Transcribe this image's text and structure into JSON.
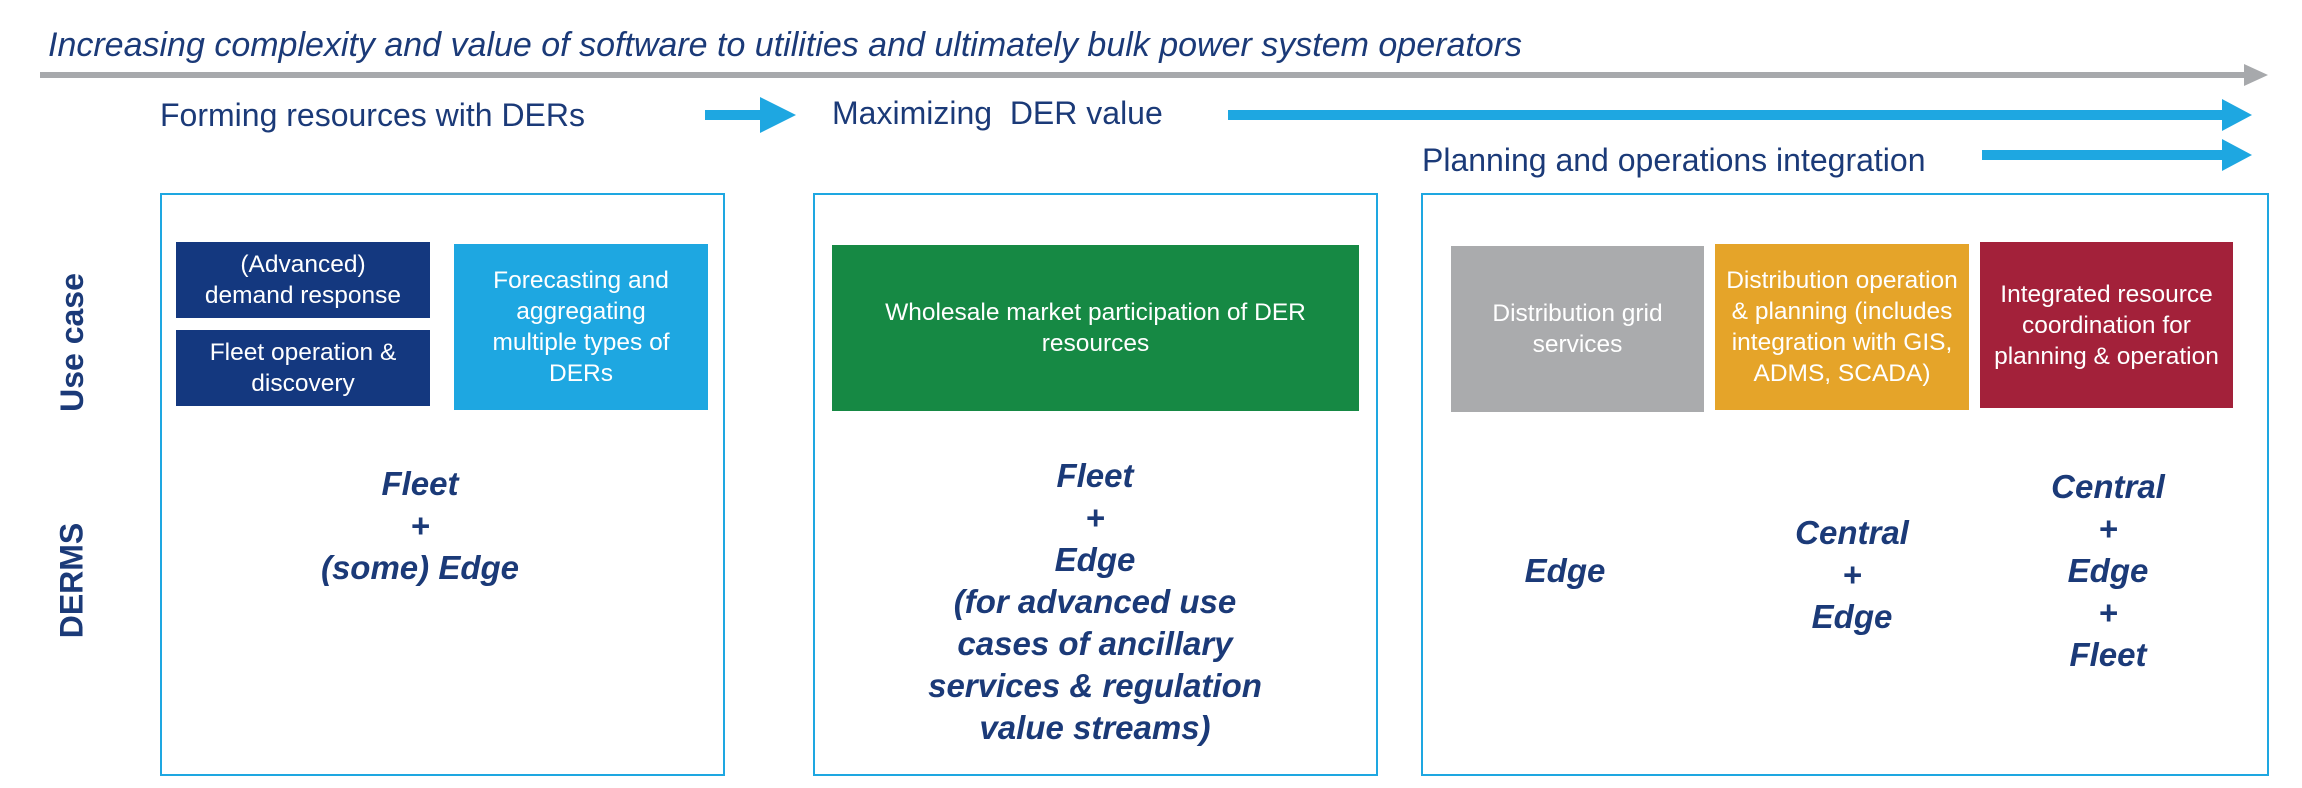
{
  "header": {
    "text": "Increasing complexity and value of software to utilities and ultimately bulk power system operators"
  },
  "stages": [
    {
      "label": "Forming resources with DERs"
    },
    {
      "label": "Maximizing  DER value"
    },
    {
      "label": "Planning and operations integration"
    }
  ],
  "row_labels": {
    "use_case": "Use case",
    "derms": "DERMS"
  },
  "panels": [
    {
      "use_cases": [
        {
          "label": "(Advanced) demand response",
          "color": "#14387f"
        },
        {
          "label": "Fleet operation & discovery",
          "color": "#14387f"
        },
        {
          "label": "Forecasting and aggregating multiple types of DERs",
          "color": "#1ea7e1"
        }
      ],
      "derms": [
        "Fleet",
        "+",
        "(some) Edge"
      ]
    },
    {
      "use_cases": [
        {
          "label": "Wholesale market participation of DER resources",
          "color": "#168944"
        }
      ],
      "derms": [
        "Fleet",
        "+",
        "Edge",
        "(for advanced use",
        "cases of ancillary",
        "services & regulation",
        "value streams)"
      ]
    },
    {
      "use_cases": [
        {
          "label": "Distribution grid services",
          "color": "#aaabad"
        },
        {
          "label": "Distribution operation & planning (includes integration with GIS, ADMS, SCADA)",
          "color": "#e5a429"
        },
        {
          "label": "Integrated resource coordination for planning & operation",
          "color": "#a3213a"
        }
      ],
      "derms_columns": [
        [
          "Edge"
        ],
        [
          "Central",
          "+",
          "Edge"
        ],
        [
          "Central",
          "+",
          "Edge",
          "+",
          "Fleet"
        ]
      ]
    }
  ],
  "colors": {
    "navy_text": "#1b3a78",
    "arrow_blue": "#1ea7e1",
    "header_arrow_gray": "#a7a9ac"
  }
}
